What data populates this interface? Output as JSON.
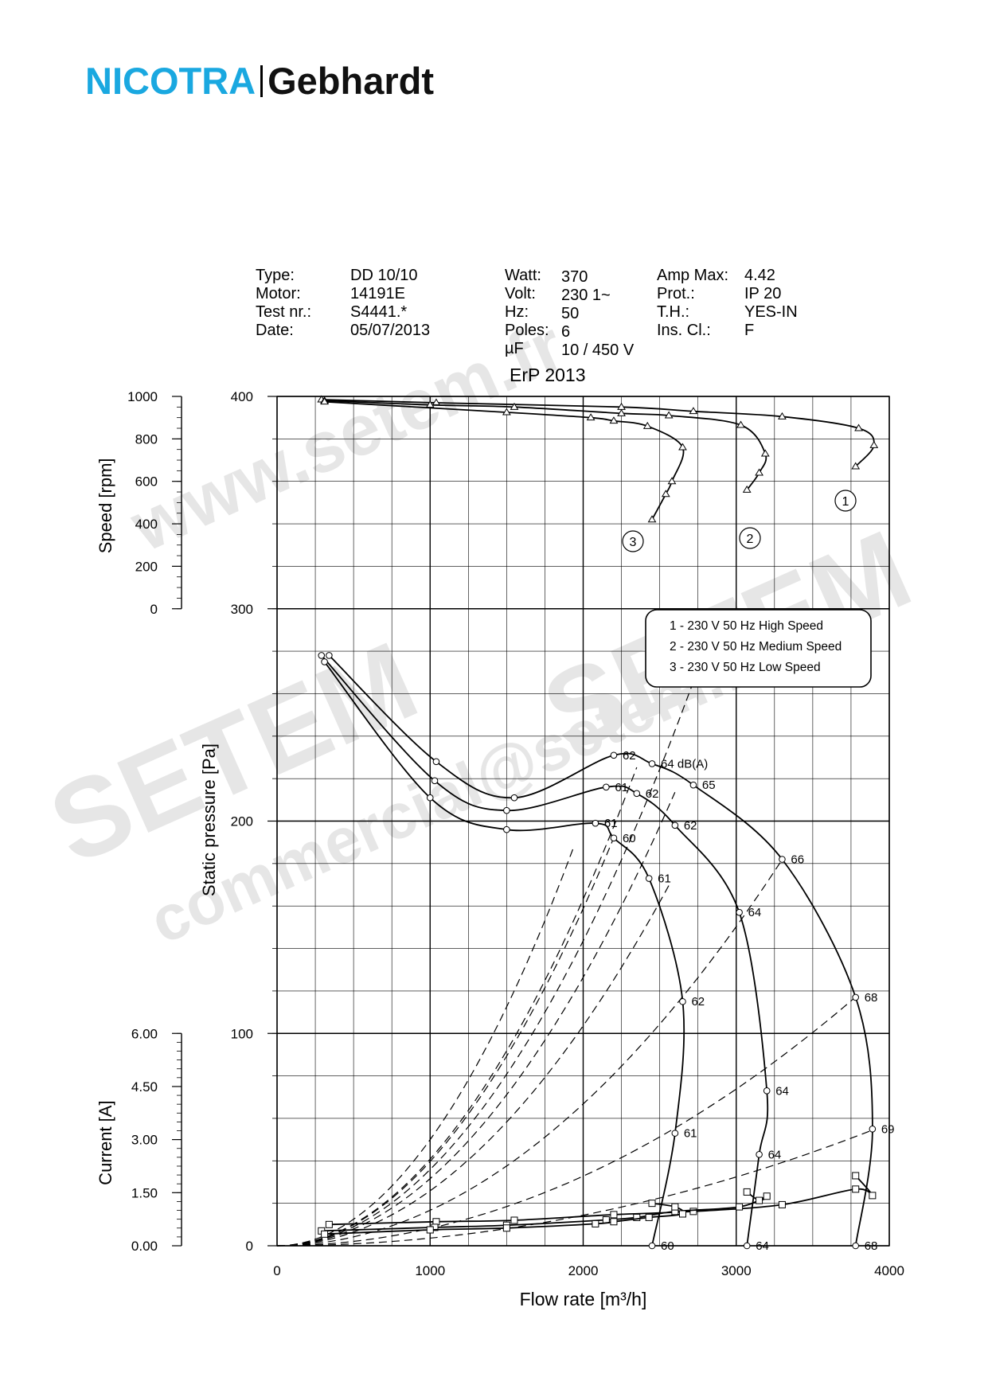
{
  "brand": {
    "part1": "NICOTRA",
    "part2": "Gebhardt",
    "color1": "#1aa8e0",
    "color2": "#111111"
  },
  "info": {
    "col1_labels": [
      "Type:",
      "Motor:",
      "Test nr.:",
      "Date:"
    ],
    "col1_values": [
      "DD 10/10",
      "14191E",
      "S4441.*",
      "05/07/2013"
    ],
    "col2_labels": [
      "Watt:",
      "Volt:",
      "Hz:",
      "Poles:",
      "µF"
    ],
    "col2_values": [
      "370",
      "230 1~",
      "50",
      "6",
      "10 / 450 V"
    ],
    "col3_labels": [
      "Amp Max:",
      "Prot.:",
      "T.H.:",
      "Ins. Cl.:"
    ],
    "col3_values": [
      "4.42",
      "IP 20",
      "YES-IN",
      "F"
    ]
  },
  "chart_title": "ErP 2013",
  "watermarks": [
    "www.setem.fr",
    "SETEM",
    "SETEM",
    "commercial@setem.fr"
  ],
  "chart_data": {
    "type": "line",
    "xlabel": "Flow rate [m³/h]",
    "x_ticks": [
      0,
      1000,
      2000,
      3000,
      4000
    ],
    "xlim": [
      0,
      4000
    ],
    "grid": true,
    "pressure_axis": {
      "label": "Static pressure [Pa]",
      "ylim": [
        0,
        400
      ],
      "ticks": [
        0,
        100,
        200,
        300,
        400
      ]
    },
    "speed_axis": {
      "label": "Speed [rpm]",
      "ylim": [
        0,
        1000
      ],
      "ticks": [
        0,
        200,
        400,
        600,
        800,
        1000
      ],
      "range_pa": [
        300,
        400
      ]
    },
    "current_axis": {
      "label": "Current [A]",
      "ylim": [
        0,
        6
      ],
      "ticks": [
        "0.00",
        "1.50",
        "3.00",
        "4.50",
        "6.00"
      ],
      "range_pa": [
        0,
        100
      ]
    },
    "legend": {
      "placement": "upper-right",
      "entries": [
        "1 - 230 V 50 Hz High Speed",
        "2 - 230 V 50 Hz  Medium Speed",
        "3 - 230 V 50 Hz Low Speed"
      ]
    },
    "speed_labels": [
      "1",
      "2",
      "3"
    ],
    "pressure_series": [
      {
        "name": "1",
        "points": [
          [
            340,
            278
          ],
          [
            1040,
            228
          ],
          [
            1550,
            211
          ],
          [
            2200,
            231
          ],
          [
            2450,
            227
          ],
          [
            2720,
            217
          ],
          [
            3300,
            182
          ],
          [
            3780,
            117
          ],
          [
            3890,
            55
          ],
          [
            3780,
            0
          ]
        ]
      },
      {
        "name": "2",
        "points": [
          [
            290,
            278
          ],
          [
            1030,
            219
          ],
          [
            1500,
            205
          ],
          [
            2150,
            216
          ],
          [
            2350,
            213
          ],
          [
            2600,
            198
          ],
          [
            3020,
            157
          ],
          [
            3200,
            73
          ],
          [
            3150,
            43
          ],
          [
            3070,
            0
          ]
        ]
      },
      {
        "name": "3",
        "points": [
          [
            310,
            275
          ],
          [
            1000,
            211
          ],
          [
            1500,
            196
          ],
          [
            2080,
            199
          ],
          [
            2200,
            192
          ],
          [
            2430,
            173
          ],
          [
            2650,
            115
          ],
          [
            2600,
            53
          ],
          [
            2450,
            0
          ]
        ]
      }
    ],
    "speed_series": [
      {
        "name": "1",
        "rpm_points": [
          [
            290,
            985
          ],
          [
            1040,
            970
          ],
          [
            2250,
            950
          ],
          [
            2720,
            930
          ],
          [
            3300,
            905
          ],
          [
            3800,
            850
          ],
          [
            3900,
            770
          ],
          [
            3780,
            670
          ]
        ]
      },
      {
        "name": "2",
        "rpm_points": [
          [
            310,
            980
          ],
          [
            1000,
            960
          ],
          [
            1550,
            950
          ],
          [
            2250,
            920
          ],
          [
            2560,
            910
          ],
          [
            3030,
            865
          ],
          [
            3190,
            730
          ],
          [
            3150,
            640
          ],
          [
            3070,
            560
          ]
        ]
      },
      {
        "name": "3",
        "rpm_points": [
          [
            310,
            975
          ],
          [
            1500,
            925
          ],
          [
            2050,
            900
          ],
          [
            2200,
            885
          ],
          [
            2420,
            860
          ],
          [
            2650,
            760
          ],
          [
            2580,
            600
          ],
          [
            2540,
            540
          ],
          [
            2450,
            420
          ]
        ]
      }
    ],
    "current_series": [
      {
        "name": "1",
        "amp_points": [
          [
            340,
            0.6
          ],
          [
            1040,
            0.68
          ],
          [
            1550,
            0.72
          ],
          [
            2200,
            0.88
          ],
          [
            2720,
            0.97
          ],
          [
            3300,
            1.16
          ],
          [
            3780,
            1.6
          ],
          [
            3890,
            1.42
          ],
          [
            3780,
            1.98
          ]
        ]
      },
      {
        "name": "2",
        "amp_points": [
          [
            290,
            0.42
          ],
          [
            1030,
            0.52
          ],
          [
            1500,
            0.58
          ],
          [
            2150,
            0.73
          ],
          [
            2350,
            0.8
          ],
          [
            2600,
            0.97
          ],
          [
            3020,
            1.1
          ],
          [
            3200,
            1.4
          ],
          [
            3150,
            1.28
          ],
          [
            3070,
            1.52
          ]
        ]
      },
      {
        "name": "3",
        "amp_points": [
          [
            310,
            0.33
          ],
          [
            1000,
            0.45
          ],
          [
            1500,
            0.5
          ],
          [
            2080,
            0.62
          ],
          [
            2200,
            0.68
          ],
          [
            2430,
            0.8
          ],
          [
            2650,
            0.9
          ],
          [
            2600,
            1.1
          ],
          [
            2450,
            1.2
          ]
        ]
      }
    ],
    "system_curves": [
      {
        "label": "61",
        "a": 5e-05,
        "x_end": 2000
      },
      {
        "label": "60",
        "a": 3.97e-05,
        "x_end": 2200
      },
      {
        "label": "62",
        "a": 4.08e-05,
        "x_end": 2350
      },
      {
        "label": "65",
        "a": 3.59e-05,
        "x_end": 2720
      },
      {
        "label": "64",
        "a": 3.16e-05,
        "x_end": 2600
      },
      {
        "label": "62",
        "a": 2.59e-05,
        "x_end": 2650
      },
      {
        "label": "66",
        "a": 1.67e-05,
        "x_end": 3300
      },
      {
        "label": "68",
        "a": 8.2e-06,
        "x_end": 3780
      },
      {
        "label": "69",
        "a": 3.6e-06,
        "x_end": 3890
      }
    ],
    "noise_labels": [
      {
        "text": "62",
        "x": 2200,
        "pa": 231
      },
      {
        "text": "64 dB(A)",
        "x": 2450,
        "pa": 227
      },
      {
        "text": "65",
        "x": 2720,
        "pa": 217
      },
      {
        "text": "61",
        "x": 2150,
        "pa": 216
      },
      {
        "text": "62",
        "x": 2350,
        "pa": 213
      },
      {
        "text": "61",
        "x": 2080,
        "pa": 199
      },
      {
        "text": "62",
        "x": 2600,
        "pa": 198
      },
      {
        "text": "60",
        "x": 2200,
        "pa": 192
      },
      {
        "text": "66",
        "x": 3300,
        "pa": 182
      },
      {
        "text": "61",
        "x": 2430,
        "pa": 173
      },
      {
        "text": "64",
        "x": 3020,
        "pa": 157
      },
      {
        "text": "62",
        "x": 2650,
        "pa": 115
      },
      {
        "text": "68",
        "x": 3780,
        "pa": 117
      },
      {
        "text": "64",
        "x": 3200,
        "pa": 73
      },
      {
        "text": "61",
        "x": 2600,
        "pa": 53
      },
      {
        "text": "69",
        "x": 3890,
        "pa": 55
      },
      {
        "text": "64",
        "x": 3150,
        "pa": 43
      },
      {
        "text": "60",
        "x": 2450,
        "pa": 0
      },
      {
        "text": "64",
        "x": 3070,
        "pa": 0
      },
      {
        "text": "68",
        "x": 3780,
        "pa": 0
      }
    ]
  }
}
